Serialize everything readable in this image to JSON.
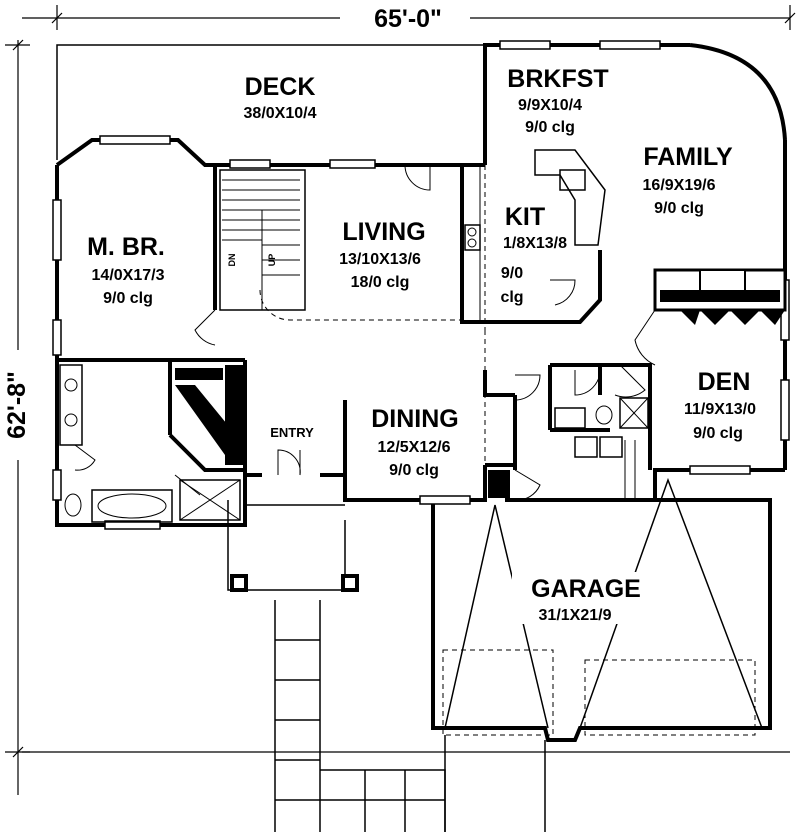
{
  "dimensions": {
    "width": "65'-0\"",
    "depth": "62'-8\""
  },
  "rooms": {
    "deck": {
      "name": "DECK",
      "size": "38/0X10/4"
    },
    "brkfst": {
      "name": "BRKFST",
      "size": "9/9X10/4",
      "ceiling": "9/0 clg"
    },
    "family": {
      "name": "FAMILY",
      "size": "16/9X19/6",
      "ceiling": "9/0 clg"
    },
    "kit": {
      "name": "KIT",
      "size": "1/8X13/8",
      "ceiling_a": "9/0",
      "ceiling_b": "clg"
    },
    "living": {
      "name": "LIVING",
      "size": "13/10X13/6",
      "ceiling": "18/0 clg"
    },
    "mbr": {
      "name": "M. BR.",
      "size": "14/0X17/3",
      "ceiling": "9/0 clg"
    },
    "den": {
      "name": "DEN",
      "size": "11/9X13/0",
      "ceiling": "9/0 clg"
    },
    "dining": {
      "name": "DINING",
      "size": "12/5X12/6",
      "ceiling": "9/0 clg"
    },
    "entry": {
      "name": "ENTRY"
    },
    "garage": {
      "name": "GARAGE",
      "size": "31/1X21/9"
    }
  },
  "stairs": {
    "down": "DN",
    "up": "UP"
  }
}
